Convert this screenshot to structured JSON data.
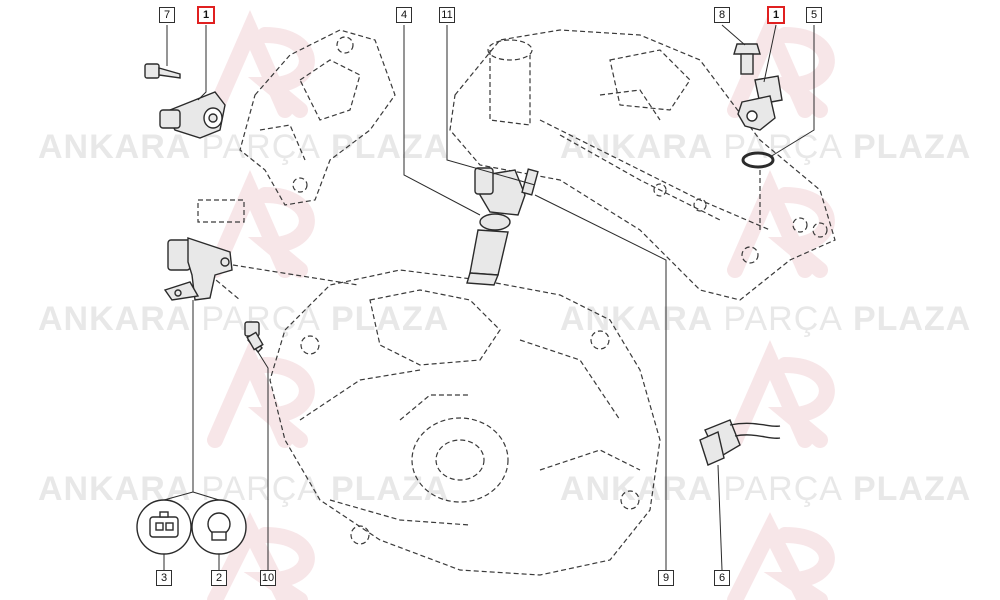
{
  "watermark": {
    "brand_bold_1": "ANKARA",
    "brand_light": "PARÇA",
    "brand_bold_2": "PLAZA",
    "color": "#969696"
  },
  "callouts": {
    "c7": "7",
    "c1a": "1",
    "c4": "4",
    "c11": "11",
    "c8": "8",
    "c1b": "1",
    "c5": "5",
    "c3": "3",
    "c2": "2",
    "c10": "10",
    "c9": "9",
    "c6": "6"
  },
  "colors": {
    "line": "#2b2b2b",
    "dashed": "#3a3a3a",
    "part_fill": "#e8e8e8",
    "highlight": "#e02020",
    "logo": "#e9b8bf"
  }
}
